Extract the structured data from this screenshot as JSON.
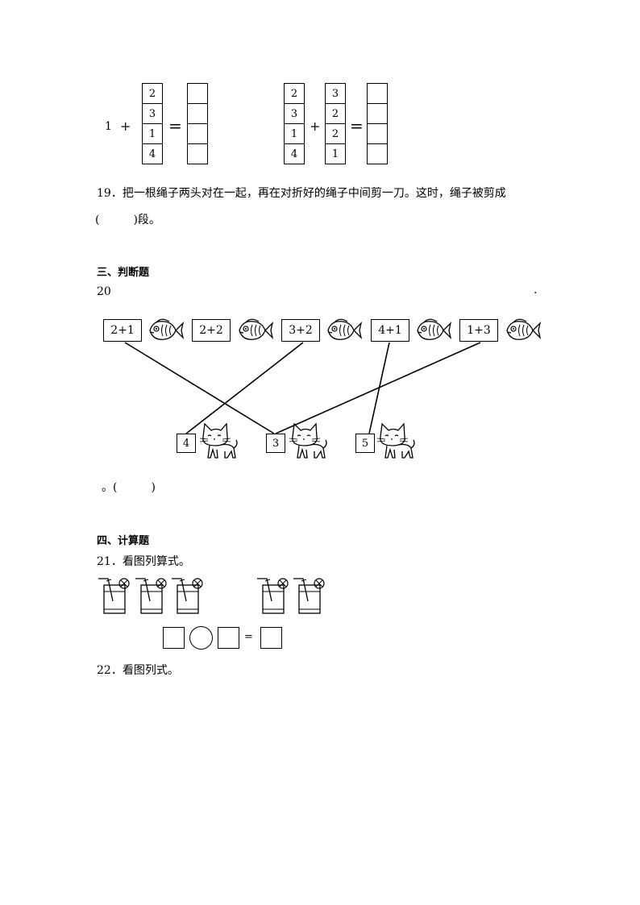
{
  "q18": {
    "left_addend": "1",
    "plus": "+",
    "equals": "=",
    "column_a": [
      "2",
      "3",
      "1",
      "4"
    ],
    "column_b": [
      "2",
      "3",
      "1",
      "4"
    ],
    "column_c": [
      "3",
      "2",
      "2",
      "1"
    ]
  },
  "q19": {
    "text": "19．把一根绳子两头对在一起，再在对折好的绳子中间剪一刀。这时，绳子被剪成",
    "answer_line": "(　　　)段。"
  },
  "section3": {
    "title": "三、判断题",
    "q20_number": "20",
    "q20_tail": ".",
    "expressions": [
      "2+1",
      "2+2",
      "3+2",
      "4+1",
      "1+3"
    ],
    "results": [
      "4",
      "3",
      "5"
    ],
    "answer": "。(　　　)"
  },
  "section4": {
    "title": "四、计算题",
    "q21": "21．看图列算式。",
    "equals": "=",
    "q22": "22．看图列式。"
  }
}
